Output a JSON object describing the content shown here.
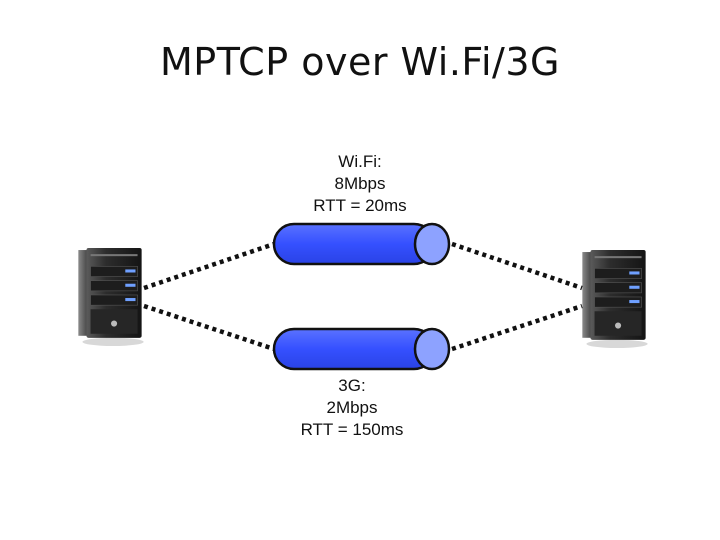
{
  "slide": {
    "title": "MPTCP over Wi.Fi/3G"
  },
  "diagram": {
    "colors": {
      "tube": "#3b56ff",
      "tube_end": "#8da2ff",
      "link": "#111111"
    },
    "paths": [
      {
        "name": "wifi",
        "label_lines": [
          "Wi.Fi:",
          "8Mbps",
          "RTT = 20ms"
        ]
      },
      {
        "name": "3g",
        "label_lines": [
          "3G:",
          "2Mbps",
          "RTT = 150ms"
        ]
      }
    ],
    "endpoints": [
      {
        "name": "left-server",
        "icon": "server-tower-icon"
      },
      {
        "name": "right-server",
        "icon": "server-tower-icon"
      }
    ]
  }
}
